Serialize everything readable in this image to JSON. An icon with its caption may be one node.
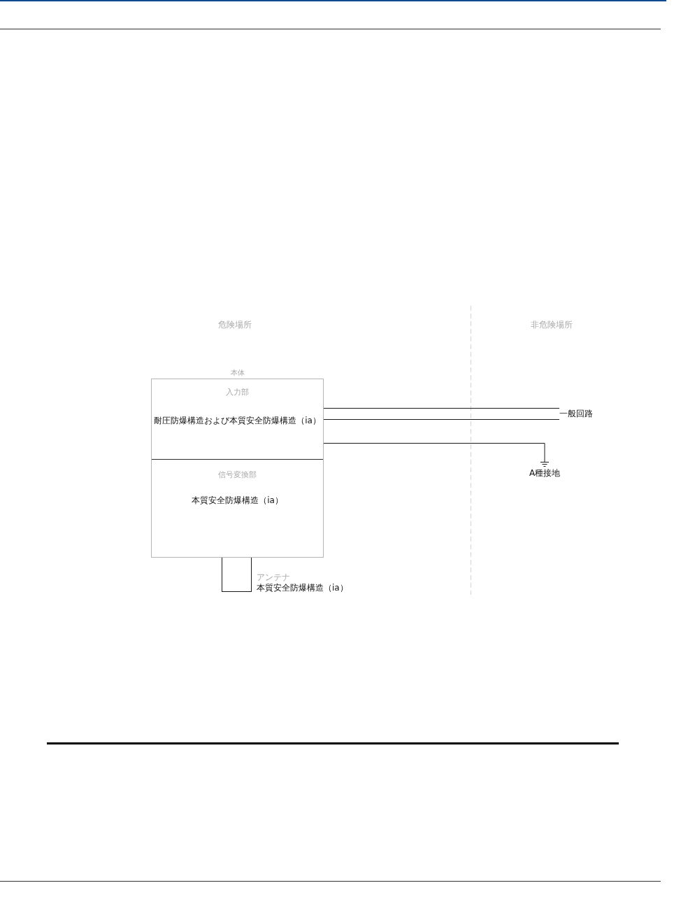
{
  "diagram": {
    "nodes": [
      {
        "text": [
          "本体"
        ]
      },
      {
        "text": [
          "入力部",
          "耐圧防爆構造および本質安全防爆構造（ia）"
        ],
        "in": 0
      },
      {
        "text": [
          "信号変換部",
          "本質安全防爆構造（ia）"
        ],
        "in": 0
      },
      {
        "text": [],
        "shape": "box",
        "beside": [
          "アンテナ",
          "本質安全防爆構造（ia）"
        ]
      },
      {
        "text": [
          "一般回路"
        ]
      },
      {
        "text": [
          "A種接地"
        ]
      }
    ],
    "edges": [
      {
        "from": 1,
        "to": 4,
        "arrow": "none"
      },
      {
        "from": 1,
        "to": 4,
        "arrow": "none"
      },
      {
        "from": 1,
        "to": 5,
        "arrow": "none"
      }
    ],
    "labels": [
      "危険場所",
      "非危険場所"
    ]
  }
}
